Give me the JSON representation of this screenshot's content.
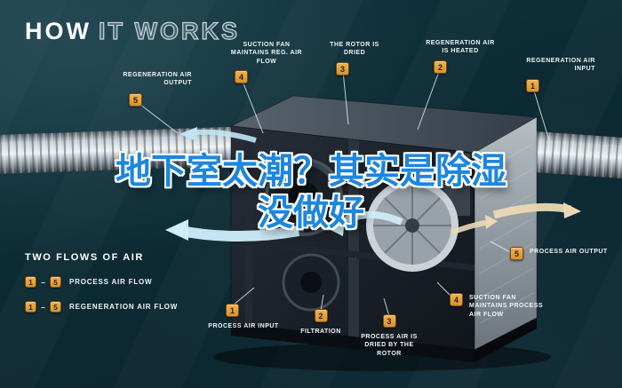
{
  "title": {
    "strong": "HOW",
    "light": "IT WORKS"
  },
  "headline": {
    "line1": "地下室太潮？其实是除湿",
    "line2": "没做好"
  },
  "callouts": [
    {
      "num": "5",
      "label": "REGENERATION AIR OUTPUT"
    },
    {
      "num": "4",
      "label": "SUCTION FAN MAINTAINS REG. AIR FLOW"
    },
    {
      "num": "3",
      "label": "THE ROTOR IS DRIED"
    },
    {
      "num": "2",
      "label": "REGENERATION AIR IS HEATED"
    },
    {
      "num": "1",
      "label": "REGENERATION AIR INPUT"
    },
    {
      "num": "5",
      "label": "PROCESS AIR OUTPUT"
    },
    {
      "num": "4",
      "label": "SUCTION FAN MAINTAINS PROCESS AIR FLOW"
    },
    {
      "num": "3",
      "label": "PROCESS AIR IS DRIED BY THE ROTOR"
    },
    {
      "num": "2",
      "label": "FILTRATION"
    },
    {
      "num": "1",
      "label": "PROCESS AIR INPUT"
    }
  ],
  "legend": {
    "title": "TWO FLOWS OF AIR",
    "separator": "–",
    "rows": [
      {
        "from": "1",
        "to": "5",
        "label": "PROCESS AIR FLOW"
      },
      {
        "from": "1",
        "to": "5",
        "label": "REGENERATION AIR FLOW"
      }
    ]
  },
  "colors": {
    "background": "#0d2b34",
    "badge": "#e3a13b",
    "headline_blue": "#1d86de",
    "airflow_blue": "#cfeefb",
    "airflow_tan": "#ead9b2"
  }
}
